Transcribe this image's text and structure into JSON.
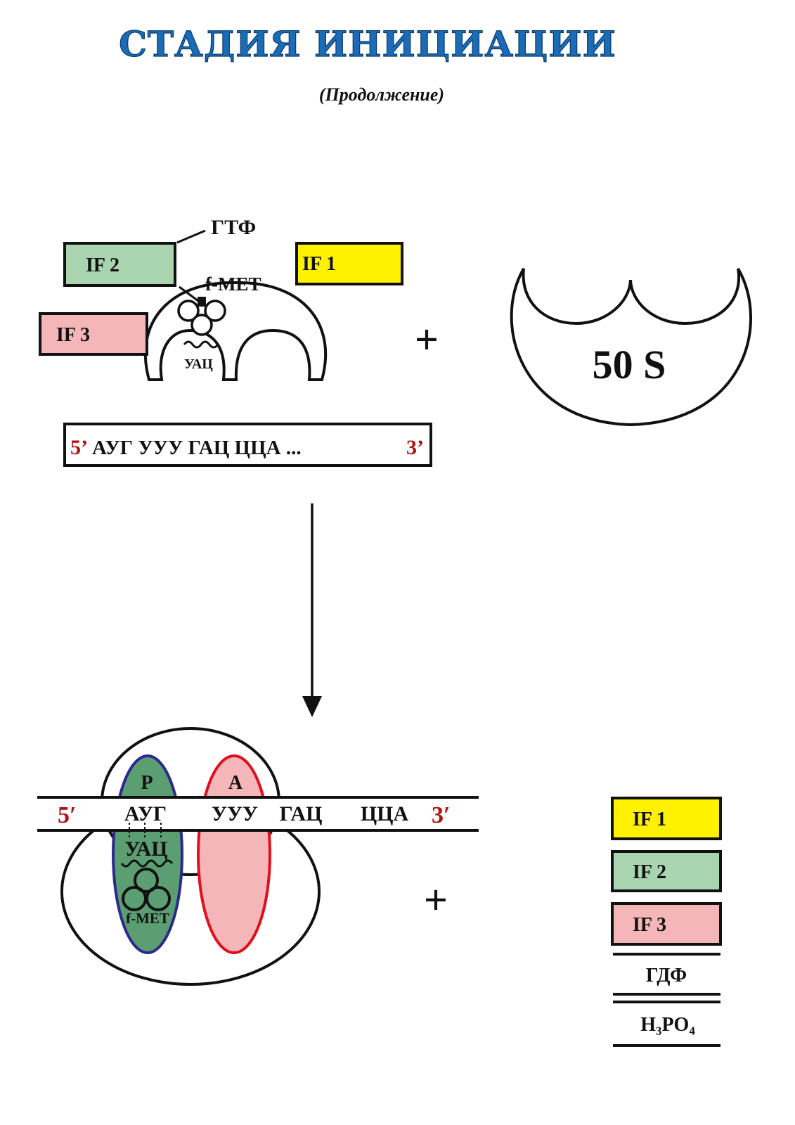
{
  "title": "СТАДИЯ ИНИЦИАЦИИ",
  "subtitle": "(Продолжение)",
  "top": {
    "gtp": "ГТФ",
    "if2": "IF  2",
    "if1": "IF  1",
    "if3": "IF  3",
    "fmet": "f-МЕТ",
    "anticodon": "УАЦ",
    "plus": "+",
    "large_subunit": "50  S",
    "mrna_5": "5’",
    "mrna_seq": "АУГ  УУУ  ГАЦ  ЦЦА  ...",
    "mrna_3": "3’"
  },
  "bottom": {
    "p_site": "P",
    "a_site": "A",
    "mrna_5": "5′",
    "codon1": "АУГ",
    "codon2": "УУУ",
    "codon3": "ГАЦ",
    "codon4": "ЦЦА",
    "mrna_3": "3′",
    "anticodon": "УАЦ",
    "fmet": "f-МЕТ",
    "plus": "+",
    "if1": "IF   1",
    "if2": "IF   2",
    "if3": "IF   3",
    "gdp": "ГДФ",
    "phosphate": "H₃PO₄"
  },
  "colors": {
    "title": "#1b6cb7",
    "if1": "#fff200",
    "if2": "#a8d5b0",
    "if3": "#f4b6b8",
    "p_site": "#5a9e72",
    "p_site_border": "#2b2a8c",
    "a_site": "#f4b6b8",
    "a_site_border": "#e0101a",
    "prime_red": "#b01010"
  }
}
